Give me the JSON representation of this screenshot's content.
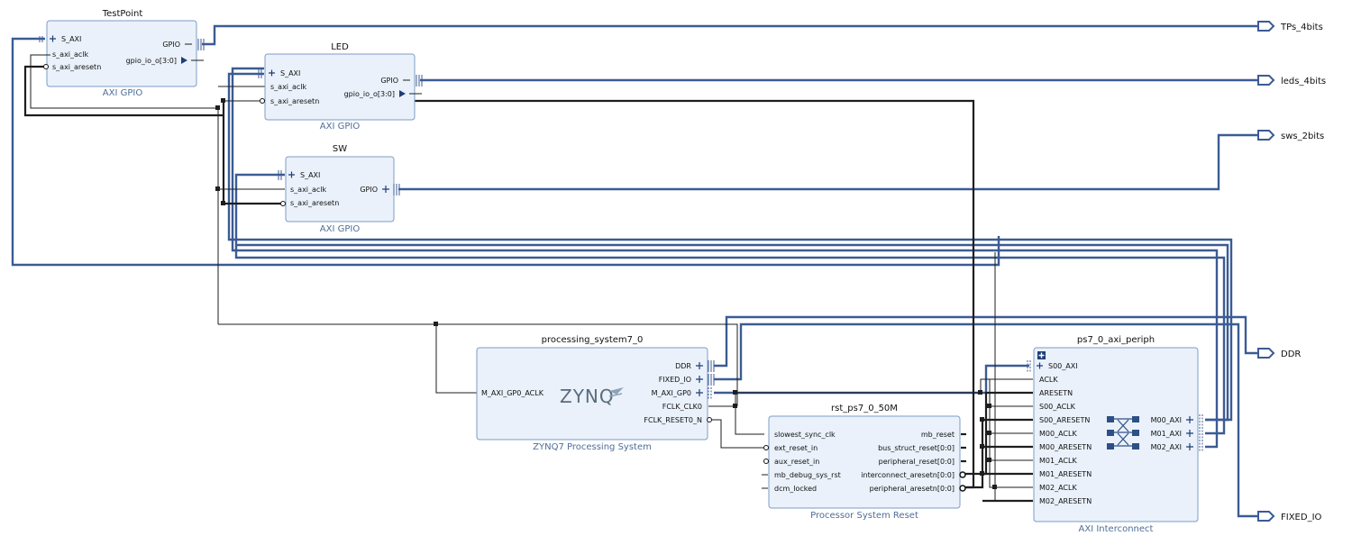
{
  "blocks": {
    "testpoint": {
      "name": "TestPoint",
      "type": "AXI GPIO",
      "left_pins": [
        "S_AXI",
        "s_axi_aclk",
        "s_axi_aresetn"
      ],
      "right_pins": [
        "GPIO",
        "gpio_io_o[3:0]"
      ]
    },
    "led": {
      "name": "LED",
      "type": "AXI GPIO",
      "left_pins": [
        "S_AXI",
        "s_axi_aclk",
        "s_axi_aresetn"
      ],
      "right_pins": [
        "GPIO",
        "gpio_io_o[3:0]"
      ]
    },
    "sw": {
      "name": "SW",
      "type": "AXI GPIO",
      "left_pins": [
        "S_AXI",
        "s_axi_aclk",
        "s_axi_aresetn"
      ],
      "right_pins": [
        "GPIO"
      ]
    },
    "ps7": {
      "name": "processing_system7_0",
      "type": "ZYNQ7 Processing System",
      "logo": "ZYNQ",
      "left_pins": [
        "M_AXI_GP0_ACLK"
      ],
      "right_pins": [
        "DDR",
        "FIXED_IO",
        "M_AXI_GP0",
        "FCLK_CLK0",
        "FCLK_RESET0_N"
      ]
    },
    "rst": {
      "name": "rst_ps7_0_50M",
      "type": "Processor System Reset",
      "left_pins": [
        "slowest_sync_clk",
        "ext_reset_in",
        "aux_reset_in",
        "mb_debug_sys_rst",
        "dcm_locked"
      ],
      "right_pins": [
        "mb_reset",
        "bus_struct_reset[0:0]",
        "peripheral_reset[0:0]",
        "interconnect_aresetn[0:0]",
        "peripheral_aresetn[0:0]"
      ]
    },
    "periph": {
      "name": "ps7_0_axi_periph",
      "type": "AXI Interconnect",
      "left_pins": [
        "S00_AXI",
        "ACLK",
        "ARESETN",
        "S00_ACLK",
        "S00_ARESETN",
        "M00_ACLK",
        "M00_ARESETN",
        "M01_ACLK",
        "M01_ARESETN",
        "M02_ACLK",
        "M02_ARESETN"
      ],
      "right_pins": [
        "M00_AXI",
        "M01_AXI",
        "M02_AXI"
      ]
    }
  },
  "ports": [
    "TPs_4bits",
    "leds_4bits",
    "sws_2bits",
    "DDR",
    "FIXED_IO"
  ],
  "colors": {
    "block_fill": "#eaf1fa",
    "block_border": "#7d9cc6",
    "bus_wire": "#3b5b94",
    "net_wire": "#1e1e1e",
    "subtitle": "#4f6d97"
  },
  "icons": [
    "plus-icon",
    "bus-connector-icon",
    "output-arrow-icon",
    "port-arrow-icon",
    "zynq-logo",
    "crossbar-icon",
    "expand-icon"
  ]
}
